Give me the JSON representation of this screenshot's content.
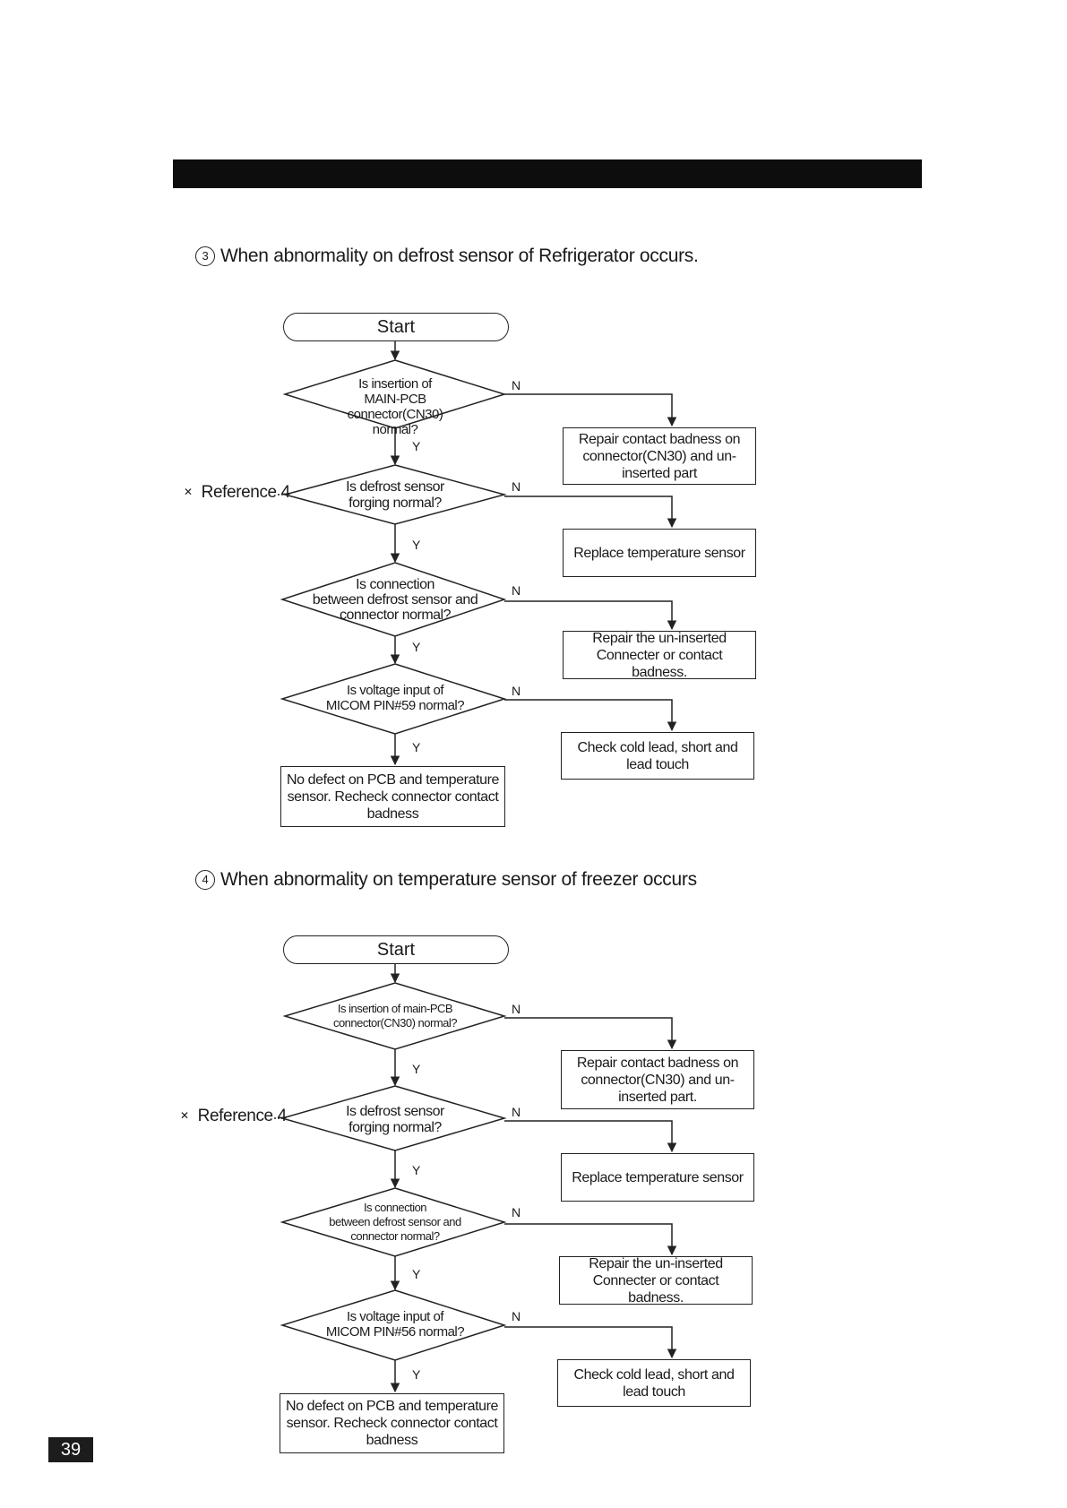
{
  "page_number": "39",
  "sections": [
    {
      "number": "3",
      "title": "When abnormality on defrost sensor of  Refrigerator occurs.",
      "start": "Start",
      "reference": "Reference 4",
      "yes": "Y",
      "no": "N",
      "decisions": [
        [
          "Is  insertion of",
          "MAIN-PCB connector(CN30)",
          "normal?"
        ],
        [
          "Is  defrost sensor",
          "forging normal?"
        ],
        [
          "Is  connection",
          "between  defrost sensor and",
          "connector normal?"
        ],
        [
          "Is  voltage input of",
          "MICOM PIN#59 normal?"
        ]
      ],
      "actions": [
        "Repair contact badness on connector(CN30) and un-inserted part",
        "Replace  temperature sensor",
        "Repair the un-inserted Connecter or contact badness.",
        "Check  cold lead, short and lead touch"
      ],
      "end": "No defect on PCB and temperature sensor. Recheck  connector contact badness"
    },
    {
      "number": "4",
      "title": "When abnormality on temperature sensor of freezer occurs",
      "start": "Start",
      "reference": "Reference 4",
      "yes": "Y",
      "no": "N",
      "decisions": [
        [
          "Is insertion of  main-PCB",
          "connector(CN30) normal?"
        ],
        [
          "Is  defrost sensor",
          "forging normal?"
        ],
        [
          "Is connection",
          "between  defrost sensor and",
          "connector normal?"
        ],
        [
          "Is  voltage input of",
          "MICOM PIN#56 normal?"
        ]
      ],
      "actions": [
        "Repair contact badness on connector(CN30) and un-inserted part.",
        "Replace  temperature sensor",
        "Repair the un-inserted Connecter or contact badness.",
        "Check  cold lead, short and lead touch"
      ],
      "end": "No defect on PCB and temperature sensor. Recheck  connector contact badness"
    }
  ]
}
